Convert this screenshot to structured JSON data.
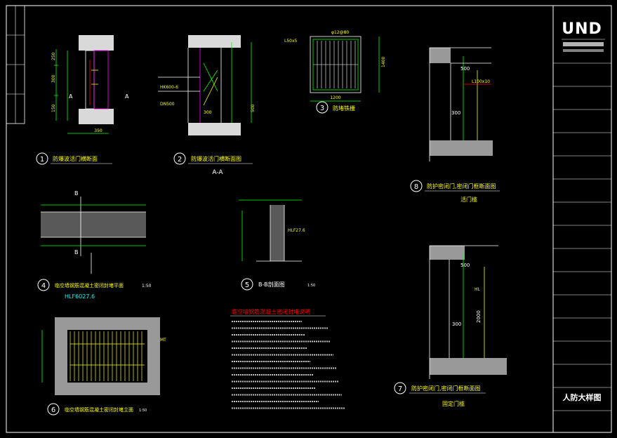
{
  "drawing_title": "人防大样图",
  "logo_text": "UND",
  "details": [
    {
      "num": "1",
      "title": "防爆波活门横断面"
    },
    {
      "num": "2",
      "title": "防爆波活门横断面图",
      "subtitle": "A-A"
    },
    {
      "num": "3",
      "title": "防堵铁栅"
    },
    {
      "num": "4",
      "title": "临空墙钢筋混凝土密闭封堵平面",
      "scale": "1:50",
      "subtitle": "HLF6027.6"
    },
    {
      "num": "5",
      "title": "B-B剖面图",
      "scale": "1:50"
    },
    {
      "num": "6",
      "title": "临空墙钢筋混凝土密闭封堵立面",
      "scale": "1:50"
    },
    {
      "num": "7",
      "title": "防护密闭门,密闭门框断面图",
      "subtitle": "固定门槛"
    },
    {
      "num": "8",
      "title": "防护密闭门,密闭门框断面图",
      "subtitle": "活门槛"
    }
  ],
  "dims": {
    "d1_w": "350",
    "d1_h1": "250",
    "d1_h2": "300",
    "d1_h3": "150",
    "d2_a": "300",
    "d2_b": "500",
    "d3_w": "1200",
    "d3_h": "1400",
    "d8_a": "500",
    "d8_b": "300",
    "d7_a": "500",
    "d7_b": "300",
    "d7_c": "2000"
  },
  "labels": {
    "d2_code1": "HK600-6",
    "d2_code2": "DN500",
    "d3_code1": "L50x5",
    "d3_code2": "φ12@80",
    "d8_code": "L100x10",
    "d7_code": "HL",
    "d5_code": "HLF27.6",
    "d6_code": "MT",
    "section_mark": "A",
    "section_mark_b": "B"
  },
  "notes_title": "临空墙钢筋混凝土密闭封堵说明",
  "notes_count": 10,
  "titleblock_rows": 16
}
